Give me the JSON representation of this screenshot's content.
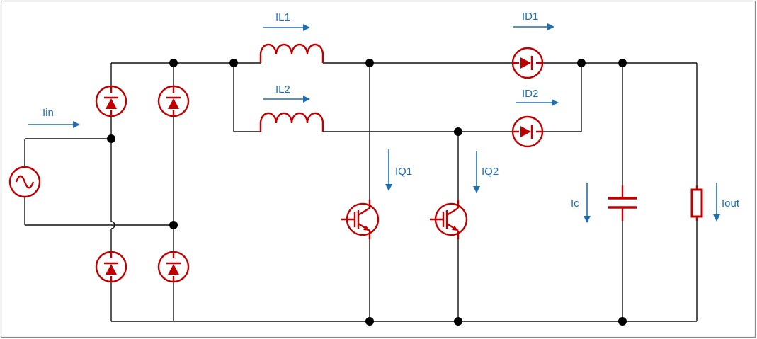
{
  "colors": {
    "component": "#c00000",
    "wire": "#111111",
    "current": "#1f6fb5",
    "frame": "#888888"
  },
  "labels": {
    "iin": "Iin",
    "il1": "IL1",
    "il2": "IL2",
    "id1": "ID1",
    "id2": "ID2",
    "iq1": "IQ1",
    "iq2": "IQ2",
    "ic": "Ic",
    "iout": "Iout"
  },
  "components": {
    "source": "ac-source-icon",
    "rectifier": [
      "diode-icon",
      "diode-icon",
      "diode-icon",
      "diode-icon"
    ],
    "inductors": [
      "inductor-icon",
      "inductor-icon"
    ],
    "boost_diodes": [
      "diode-icon",
      "diode-icon"
    ],
    "switches": [
      "igbt-icon",
      "igbt-icon"
    ],
    "capacitor": "capacitor-icon",
    "load": "resistor-icon"
  }
}
